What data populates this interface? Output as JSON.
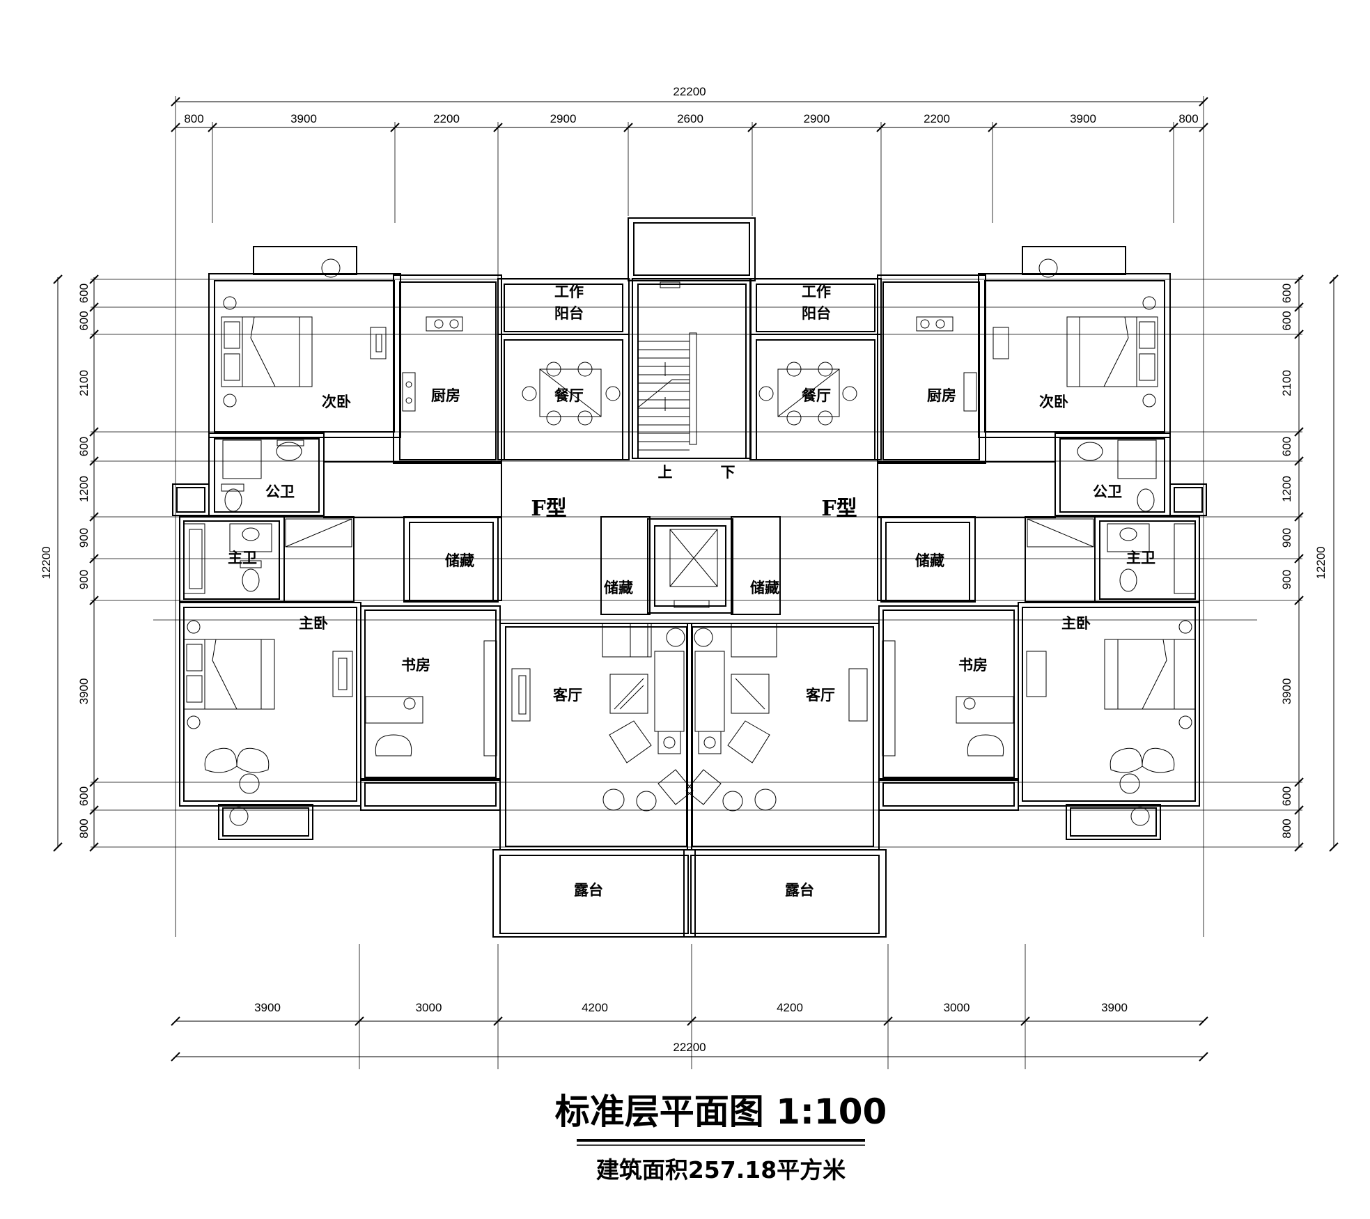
{
  "dimensions": {
    "top_total": "22200",
    "top_segments": [
      "800",
      "3900",
      "2200",
      "2900",
      "2600",
      "2900",
      "2200",
      "3900",
      "800"
    ],
    "bottom_segments": [
      "3900",
      "3000",
      "4200",
      "4200",
      "3000",
      "3900"
    ],
    "bottom_total": "22200",
    "left_total": "12200",
    "left_segments": [
      "600",
      "600",
      "2100",
      "600",
      "1200",
      "900",
      "900",
      "3900",
      "600",
      "800"
    ],
    "right_total": "12200",
    "right_segments": [
      "600",
      "600",
      "2100",
      "600",
      "1200",
      "900",
      "900",
      "3900",
      "600",
      "800"
    ]
  },
  "rooms": {
    "secondary_bedroom": "次卧",
    "kitchen": "厨房",
    "work_balcony_line1": "工作",
    "work_balcony_line2": "阳台",
    "dining": "餐厅",
    "public_bath": "公卫",
    "master_bath": "主卫",
    "storage": "储藏",
    "master_bedroom": "主卧",
    "study": "书房",
    "living": "客厅",
    "terrace": "露台",
    "stair_up": "上",
    "stair_down": "下"
  },
  "unit_type": "F型",
  "title": "标准层平面图 1:100",
  "subtitle": "建筑面积257.18平方米"
}
